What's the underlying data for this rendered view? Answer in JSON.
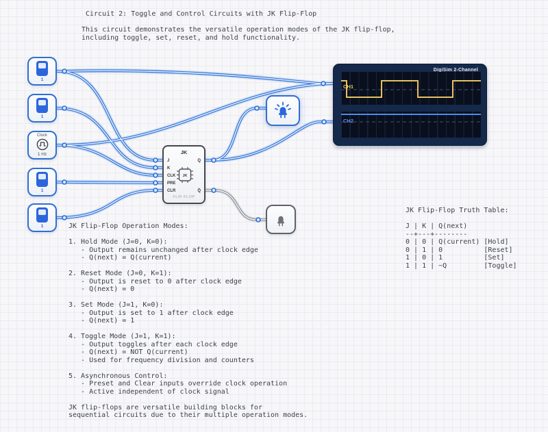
{
  "header": {
    "title": "Circuit 2: Toggle and Control Circuits with JK Flip-Flop",
    "description": "This circuit demonstrates the versatile operation modes of the JK flip-flop,\nincluding toggle, set, reset, and hold functionality."
  },
  "components": {
    "toggle_inputs": [
      {
        "label": "1"
      },
      {
        "label": "1"
      },
      {
        "label": "1"
      },
      {
        "label": "1"
      }
    ],
    "clock": {
      "label": "Clock",
      "frequency": "1 Hz"
    },
    "flip_flop": {
      "name": "JK",
      "chip_label": "JK",
      "footer": "FLIP-FLOP",
      "input_pins": [
        "J",
        "K",
        "CLK",
        "PRE",
        "CLR"
      ],
      "output_pins": [
        "Q",
        "Q̄"
      ]
    }
  },
  "oscilloscope": {
    "title": "DigiSim 2-Channel",
    "channels": [
      {
        "label": "CH1",
        "color": "#e8c25e",
        "waveform": "square",
        "levels": [
          1,
          0,
          1,
          0,
          1
        ]
      },
      {
        "label": "CH2",
        "color": "#5b8fee",
        "waveform": "flat-high",
        "levels": [
          1
        ]
      }
    ]
  },
  "wire_colors": {
    "signal": "#3273d8",
    "inactive": "#8e939b"
  },
  "annotations": {
    "operation_modes": "JK Flip-Flop Operation Modes:\n\n1. Hold Mode (J=0, K=0):\n   - Output remains unchanged after clock edge\n   - Q(next) = Q(current)\n\n2. Reset Mode (J=0, K=1):\n   - Output is reset to 0 after clock edge\n   - Q(next) = 0\n\n3. Set Mode (J=1, K=0):\n   - Output is set to 1 after clock edge\n   - Q(next) = 1\n\n4. Toggle Mode (J=1, K=1):\n   - Output toggles after each clock edge\n   - Q(next) = NOT Q(current)\n   - Used for frequency division and counters\n\n5. Asynchronous Control:\n   - Preset and Clear inputs override clock operation\n   - Active independent of clock signal\n\nJK flip-flops are versatile building blocks for\nsequential circuits due to their multiple operation modes.",
    "truth_table": "JK Flip-Flop Truth Table:\n\nJ | K | Q(next)\n--+---+--------\n0 | 0 | Q(current) [Hold]\n0 | 1 | 0          [Reset]\n1 | 0 | 1          [Set]\n1 | 1 | ~Q         [Toggle]"
  }
}
